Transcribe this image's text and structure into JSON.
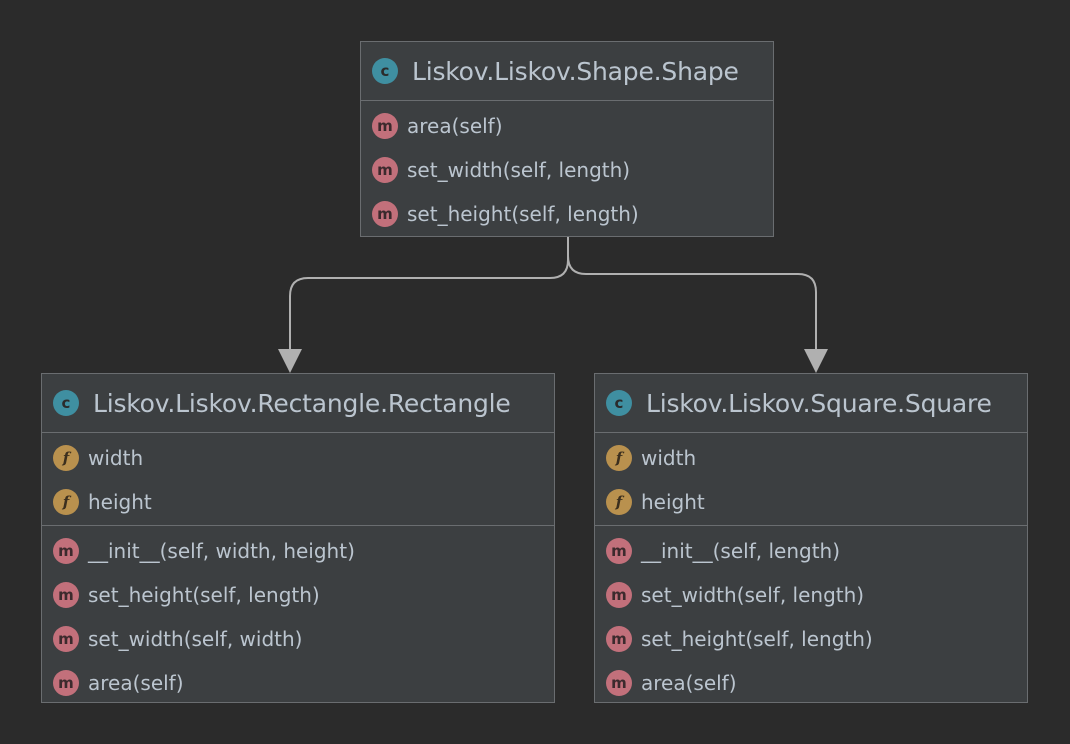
{
  "diagram": {
    "classes": {
      "shape": {
        "name": "Liskov.Liskov.Shape.Shape",
        "methods": [
          "area(self)",
          "set_width(self, length)",
          "set_height(self, length)"
        ]
      },
      "rectangle": {
        "name": "Liskov.Liskov.Rectangle.Rectangle",
        "fields": [
          "width",
          "height"
        ],
        "methods": [
          "__init__(self, width, height)",
          "set_height(self, length)",
          "set_width(self, width)",
          "area(self)"
        ]
      },
      "square": {
        "name": "Liskov.Liskov.Square.Square",
        "fields": [
          "width",
          "height"
        ],
        "methods": [
          "__init__(self, length)",
          "set_width(self, length)",
          "set_height(self, length)",
          "area(self)"
        ]
      }
    },
    "relations": [
      {
        "from": "shape",
        "to": "rectangle",
        "type": "inheritance"
      },
      {
        "from": "shape",
        "to": "square",
        "type": "inheritance"
      }
    ],
    "icons": {
      "class": {
        "glyph": "c",
        "name": "class-icon",
        "color": "#3f8fa1"
      },
      "method": {
        "glyph": "m",
        "name": "method-icon",
        "color": "#c2707b"
      },
      "field": {
        "glyph": "f",
        "name": "field-icon",
        "color": "#b9914e"
      }
    },
    "colors": {
      "background": "#2b2b2b",
      "box_fill": "#3c3f41",
      "box_border": "#6a6d70",
      "text": "#bbc5cf",
      "connector": "#b0b0b0"
    }
  }
}
